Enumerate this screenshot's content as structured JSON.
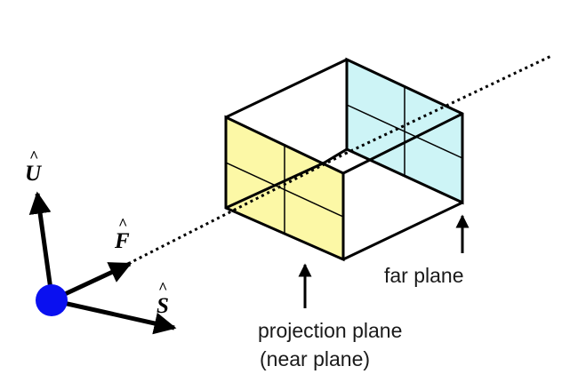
{
  "colors": {
    "near_plane_fill": "#fcf8a6",
    "far_plane_fill": "#cdf4f6",
    "camera_dot": "#0a10f0",
    "stroke": "#000000",
    "background": "#ffffff"
  },
  "vectors": {
    "up": {
      "letter": "U",
      "hat": "^"
    },
    "forward": {
      "letter": "F",
      "hat": "^"
    },
    "side": {
      "letter": "S",
      "hat": "^"
    }
  },
  "labels": {
    "far_plane": "far plane",
    "projection_plane_line1": "projection plane",
    "projection_plane_line2": "(near plane)"
  }
}
